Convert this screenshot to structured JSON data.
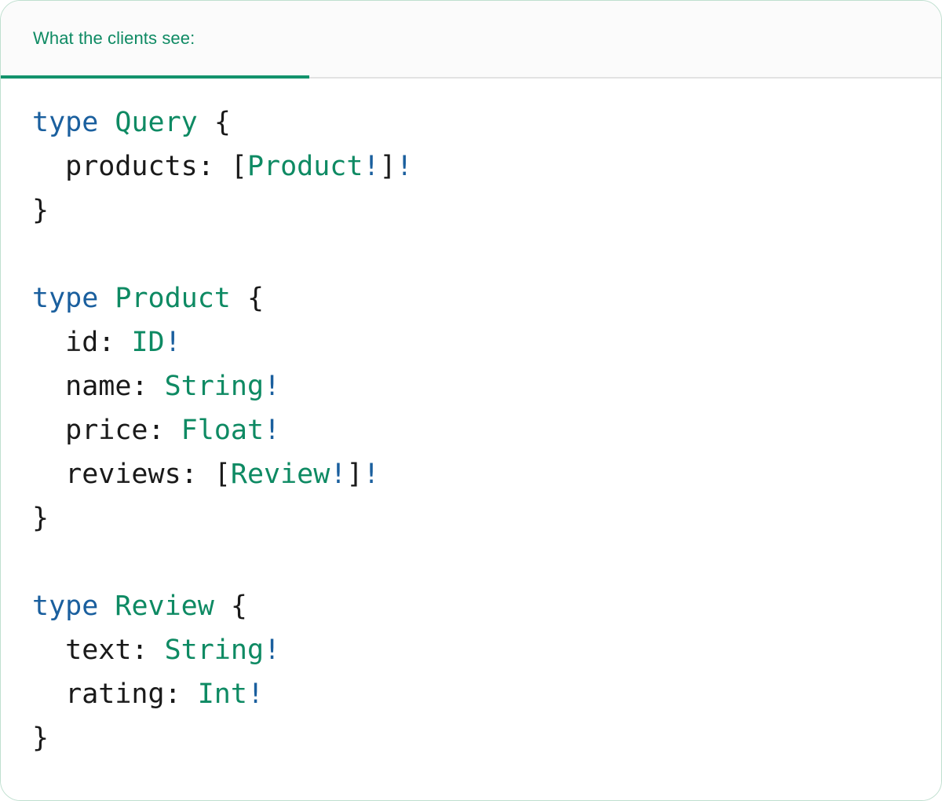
{
  "panel": {
    "border_color": "#bfdfcf",
    "background": "#ffffff"
  },
  "header": {
    "tab_label": "What the clients see:",
    "accent_color": "#0e8a63",
    "underline_color": "#12936c",
    "band_background": "#fbfbfb",
    "divider_color": "#e2e2e2"
  },
  "syntax_colors": {
    "keyword": "#1a5f9e",
    "type_name": "#0e8a63",
    "bang": "#1a5f9e",
    "punctuation": "#1a1a1a",
    "field": "#1a1a1a"
  },
  "code": {
    "language": "graphql",
    "raw": "type Query {\n  products: [Product!]!\n}\n\ntype Product {\n  id: ID!\n  name: String!\n  price: Float!\n  reviews: [Review!]!\n}\n\ntype Review {\n  text: String!\n  rating: Int!\n}",
    "lines": [
      {
        "tokens": [
          {
            "t": "type",
            "k": "kw"
          },
          {
            "t": " ",
            "k": "plain"
          },
          {
            "t": "Query",
            "k": "type"
          },
          {
            "t": " ",
            "k": "plain"
          },
          {
            "t": "{",
            "k": "punc"
          }
        ]
      },
      {
        "tokens": [
          {
            "t": "  products",
            "k": "field"
          },
          {
            "t": ": ",
            "k": "punc"
          },
          {
            "t": "[",
            "k": "punc"
          },
          {
            "t": "Product",
            "k": "type"
          },
          {
            "t": "!",
            "k": "bang"
          },
          {
            "t": "]",
            "k": "punc"
          },
          {
            "t": "!",
            "k": "bang"
          }
        ]
      },
      {
        "tokens": [
          {
            "t": "}",
            "k": "punc"
          }
        ]
      },
      {
        "tokens": [
          {
            "t": "",
            "k": "plain"
          }
        ]
      },
      {
        "tokens": [
          {
            "t": "type",
            "k": "kw"
          },
          {
            "t": " ",
            "k": "plain"
          },
          {
            "t": "Product",
            "k": "type"
          },
          {
            "t": " ",
            "k": "plain"
          },
          {
            "t": "{",
            "k": "punc"
          }
        ]
      },
      {
        "tokens": [
          {
            "t": "  id",
            "k": "field"
          },
          {
            "t": ": ",
            "k": "punc"
          },
          {
            "t": "ID",
            "k": "type"
          },
          {
            "t": "!",
            "k": "bang"
          }
        ]
      },
      {
        "tokens": [
          {
            "t": "  name",
            "k": "field"
          },
          {
            "t": ": ",
            "k": "punc"
          },
          {
            "t": "String",
            "k": "type"
          },
          {
            "t": "!",
            "k": "bang"
          }
        ]
      },
      {
        "tokens": [
          {
            "t": "  price",
            "k": "field"
          },
          {
            "t": ": ",
            "k": "punc"
          },
          {
            "t": "Float",
            "k": "type"
          },
          {
            "t": "!",
            "k": "bang"
          }
        ]
      },
      {
        "tokens": [
          {
            "t": "  reviews",
            "k": "field"
          },
          {
            "t": ": ",
            "k": "punc"
          },
          {
            "t": "[",
            "k": "punc"
          },
          {
            "t": "Review",
            "k": "type"
          },
          {
            "t": "!",
            "k": "bang"
          },
          {
            "t": "]",
            "k": "punc"
          },
          {
            "t": "!",
            "k": "bang"
          }
        ]
      },
      {
        "tokens": [
          {
            "t": "}",
            "k": "punc"
          }
        ]
      },
      {
        "tokens": [
          {
            "t": "",
            "k": "plain"
          }
        ]
      },
      {
        "tokens": [
          {
            "t": "type",
            "k": "kw"
          },
          {
            "t": " ",
            "k": "plain"
          },
          {
            "t": "Review",
            "k": "type"
          },
          {
            "t": " ",
            "k": "plain"
          },
          {
            "t": "{",
            "k": "punc"
          }
        ]
      },
      {
        "tokens": [
          {
            "t": "  text",
            "k": "field"
          },
          {
            "t": ": ",
            "k": "punc"
          },
          {
            "t": "String",
            "k": "type"
          },
          {
            "t": "!",
            "k": "bang"
          }
        ]
      },
      {
        "tokens": [
          {
            "t": "  rating",
            "k": "field"
          },
          {
            "t": ": ",
            "k": "punc"
          },
          {
            "t": "Int",
            "k": "type"
          },
          {
            "t": "!",
            "k": "bang"
          }
        ]
      },
      {
        "tokens": [
          {
            "t": "}",
            "k": "punc"
          }
        ]
      }
    ]
  }
}
